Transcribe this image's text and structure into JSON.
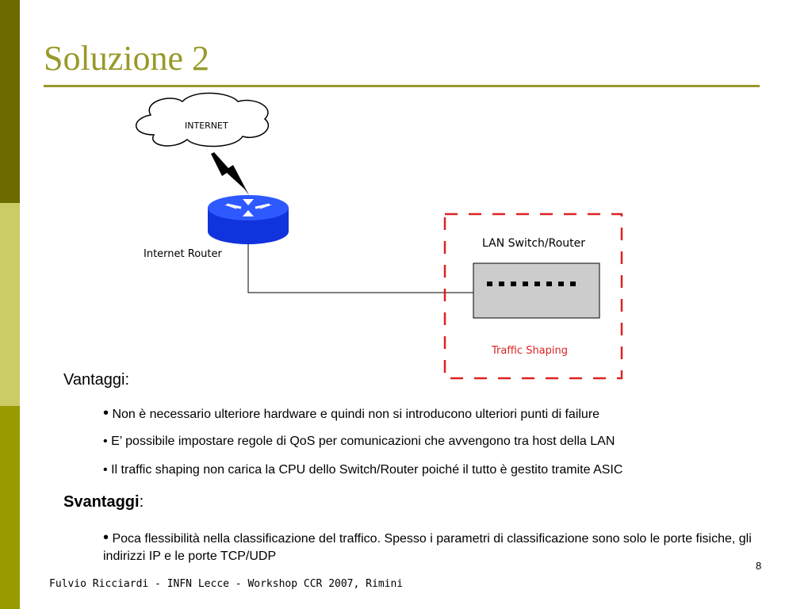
{
  "slide": {
    "title": "Soluzione 2",
    "page_number": "8",
    "footer": "Fulvio Ricciardi - INFN Lecce - Workshop CCR 2007, Rimini"
  },
  "diagram": {
    "internet_label": "INTERNET",
    "router_label": "Internet Router",
    "switch_label": "LAN Switch/Router",
    "shaping_label": "Traffic Shaping",
    "colors": {
      "router": "#1133dd",
      "shaping": "#dd2222",
      "switch_fill": "#cccccc"
    }
  },
  "advantages": {
    "heading": "Vantaggi",
    "items": [
      "Non è necessario ulteriore hardware e quindi non si introducono ulteriori punti di failure",
      "E’ possibile impostare regole di QoS per comunicazioni che avvengono tra host della LAN",
      "Il traffic shaping non carica la CPU dello Switch/Router poiché il tutto è gestito tramite ASIC"
    ]
  },
  "disadvantages": {
    "heading": "Svantaggi",
    "items": [
      "Poca flessibilità nella classificazione del traffico. Spesso i parametri di classificazione sono solo le porte fisiche, gli indirizzi IP e le porte TCP/UDP"
    ]
  },
  "separator": ":",
  "bullet_char": "•"
}
